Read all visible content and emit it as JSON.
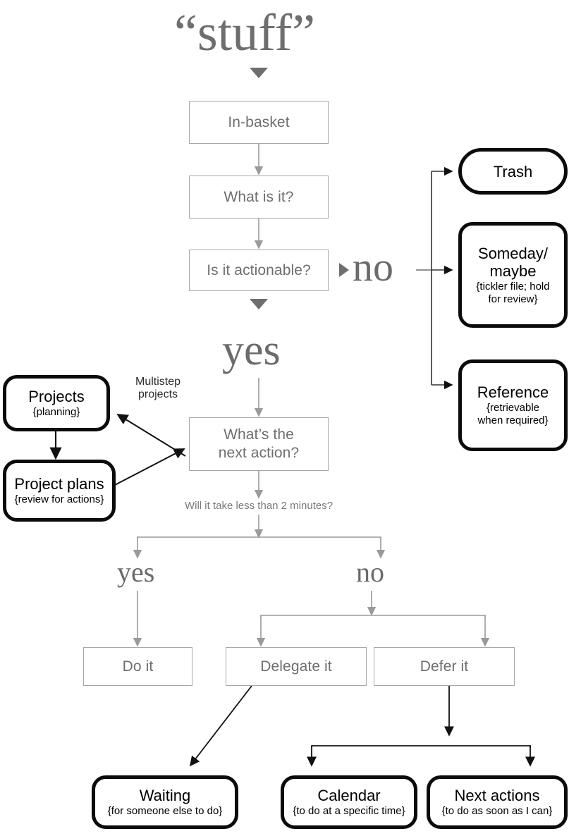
{
  "diagram": {
    "title": "“stuff”",
    "type": "flowchart",
    "labels": {
      "no_top": "no",
      "yes_main": "yes",
      "multistep": "Multistep\nprojects",
      "two_minutes": "Will it take less than 2 minutes?",
      "yes_branch": "yes",
      "no_branch": "no"
    },
    "nodes": {
      "inbasket": {
        "main": "In-basket"
      },
      "what_is_it": {
        "main": "What is it?"
      },
      "actionable": {
        "main": "Is it actionable?"
      },
      "next_action": {
        "main": "What’s the\nnext action?"
      },
      "trash": {
        "main": "Trash",
        "sub": ""
      },
      "someday": {
        "main": "Someday/\nmaybe",
        "sub": "{tickler file; hold\nfor review}"
      },
      "reference": {
        "main": "Reference",
        "sub": "{retrievable\nwhen required}"
      },
      "projects": {
        "main": "Projects",
        "sub": "{planning}"
      },
      "project_plans": {
        "main": "Project plans",
        "sub": "{review for actions}"
      },
      "do_it": {
        "main": "Do it"
      },
      "delegate_it": {
        "main": "Delegate it"
      },
      "defer_it": {
        "main": "Defer it"
      },
      "waiting": {
        "main": "Waiting",
        "sub": "{for someone else to do}"
      },
      "calendar": {
        "main": "Calendar",
        "sub": "{to do at a specific time}"
      },
      "next_actions": {
        "main": "Next actions",
        "sub": "{to do as soon as I can}"
      }
    },
    "colors": {
      "grey_stroke": "#a8a8a8",
      "grey_text": "#6e6e6e",
      "black_stroke": "#0b0b0b",
      "background": "#ffffff"
    }
  }
}
